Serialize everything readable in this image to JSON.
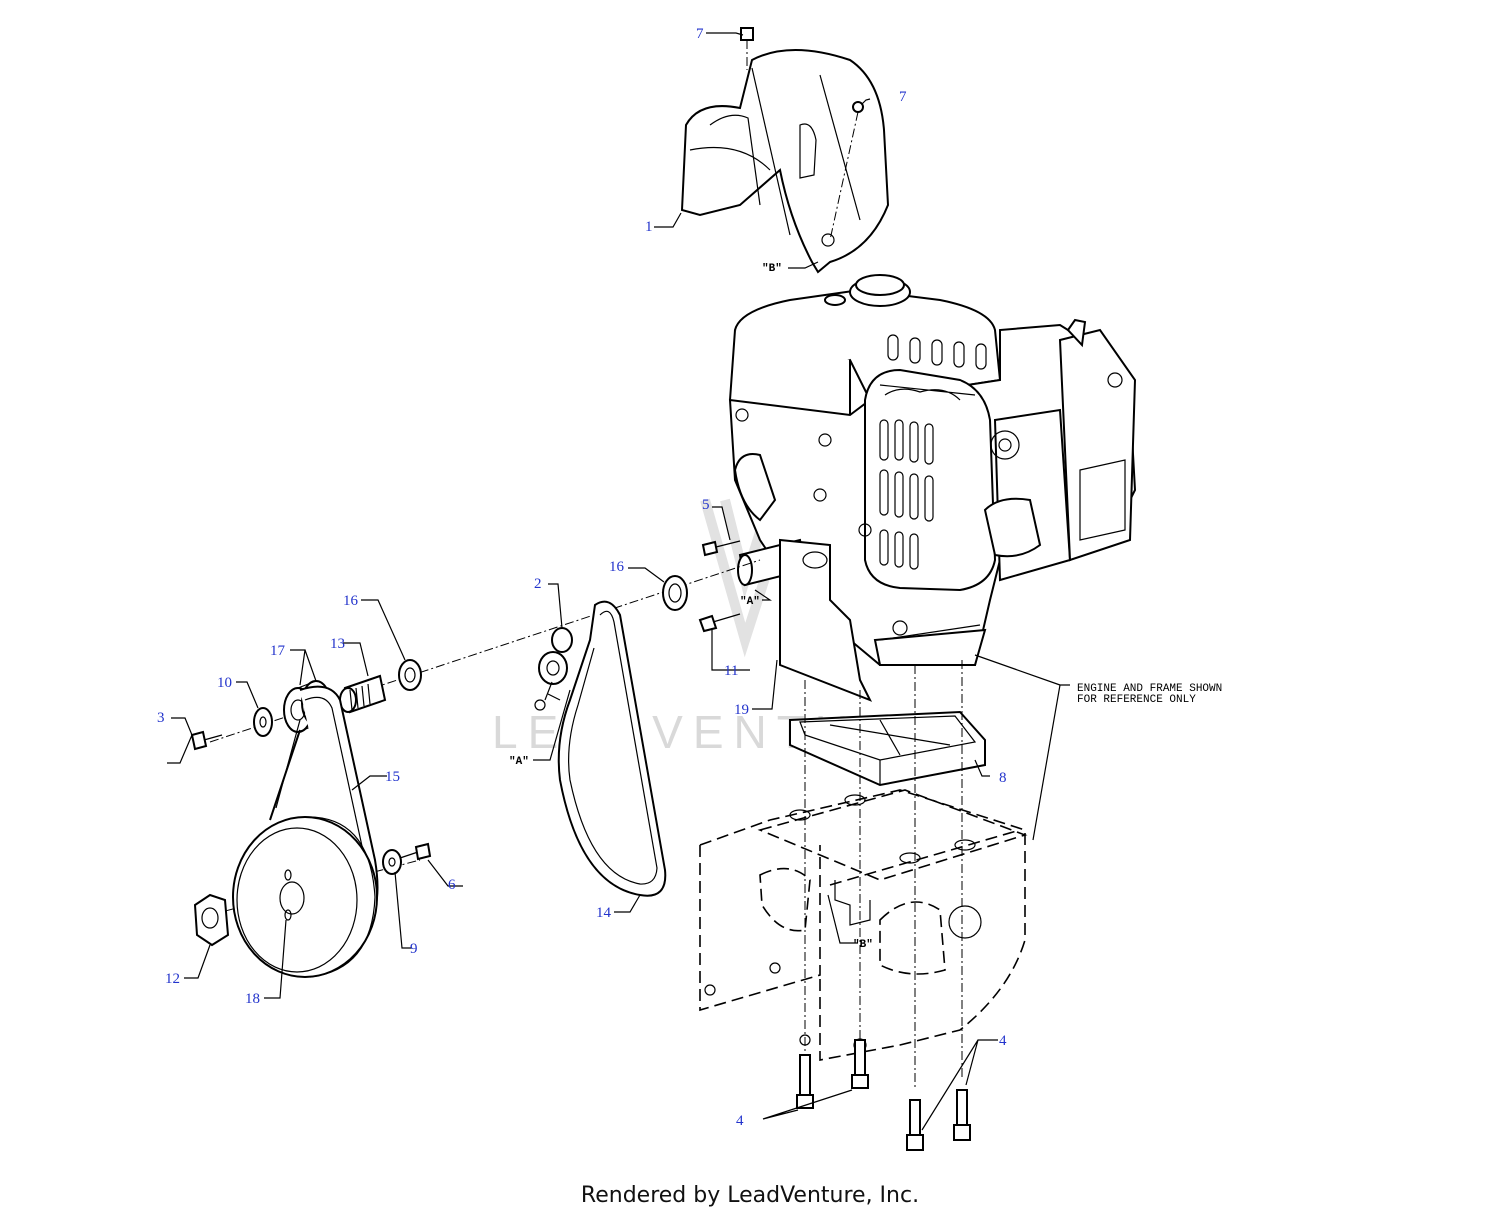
{
  "callouts": {
    "c1": "1",
    "c2": "2",
    "c3": "3",
    "c4a": "4",
    "c4b": "4",
    "c5": "5",
    "c6": "6",
    "c7a": "7",
    "c7b": "7",
    "c8": "8",
    "c9": "9",
    "c10": "10",
    "c11": "11",
    "c12": "12",
    "c13": "13",
    "c14": "14",
    "c15": "15",
    "c16a": "16",
    "c16b": "16",
    "c17": "17",
    "c18": "18",
    "c19": "19"
  },
  "refs": {
    "a1": "\"A\"",
    "a2": "\"A\"",
    "b1": "\"B\"",
    "b2": "\"B\""
  },
  "note": {
    "line1": "ENGINE AND FRAME SHOWN",
    "line2": "FOR REFERENCE ONLY"
  },
  "watermark": "LEADVENTURE",
  "footer": "Rendered by LeadVenture, Inc.",
  "colors": {
    "callout": "#2233cc",
    "line": "#000000",
    "watermark": "#d9d9d9"
  }
}
